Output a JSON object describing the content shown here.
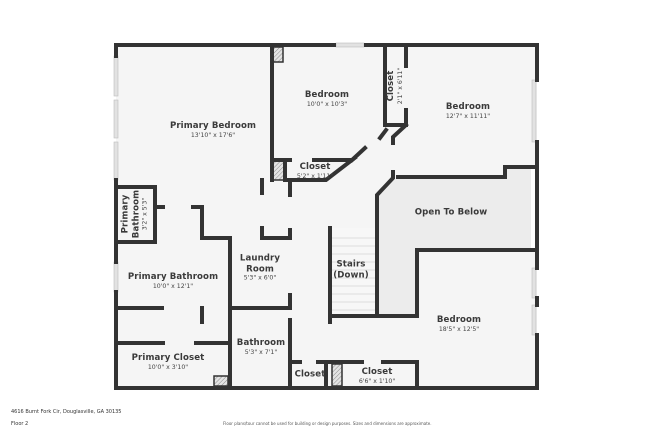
{
  "floorplan": {
    "floor_label": "Floor 2",
    "address": "4616 Burnt Fork Cir, Douglasville, GA 30135",
    "disclaimer": "Floor plans/tour cannot be used for building or design purposes. Sizes and dimensions are approximate.",
    "colors": {
      "wall": "#333333",
      "floor": "#f5f5f5",
      "open_to_below": "#ececec",
      "window": "#dcdcdc",
      "background": "#ffffff"
    },
    "rooms": [
      {
        "id": "primary-bedroom",
        "name": "Primary Bedroom",
        "dims": "13'10\" x 17'6\""
      },
      {
        "id": "bedroom-1",
        "name": "Bedroom",
        "dims": "10'0\" x 10'3\""
      },
      {
        "id": "closet-1",
        "name": "Closet",
        "dims": "2'1\" x 6'11\""
      },
      {
        "id": "bedroom-2",
        "name": "Bedroom",
        "dims": "12'7\" x 11'11\""
      },
      {
        "id": "closet-2",
        "name": "Closet",
        "dims": "5'2\" x 1'11\""
      },
      {
        "id": "primary-bathroom-small",
        "name_line1": "Primary",
        "name_line2": "Bathroom",
        "dims": "3'2\" x 5'3\""
      },
      {
        "id": "open-to-below",
        "name": "Open To Below"
      },
      {
        "id": "laundry-room",
        "name_line1": "Laundry",
        "name_line2": "Room",
        "dims": "5'3\" x 6'0\""
      },
      {
        "id": "primary-bathroom",
        "name": "Primary Bathroom",
        "dims": "10'0\" x 12'1\""
      },
      {
        "id": "stairs",
        "name_line1": "Stairs",
        "name_line2": "(Down)"
      },
      {
        "id": "bedroom-3",
        "name": "Bedroom",
        "dims": "18'5\" x 12'5\""
      },
      {
        "id": "bathroom",
        "name": "Bathroom",
        "dims": "5'3\" x 7'1\""
      },
      {
        "id": "primary-closet",
        "name": "Primary Closet",
        "dims": "10'0\" x 3'10\""
      },
      {
        "id": "closet-3",
        "name": "Closet"
      },
      {
        "id": "closet-4",
        "name": "Closet",
        "dims": "6'6\" x 1'10\""
      }
    ]
  }
}
